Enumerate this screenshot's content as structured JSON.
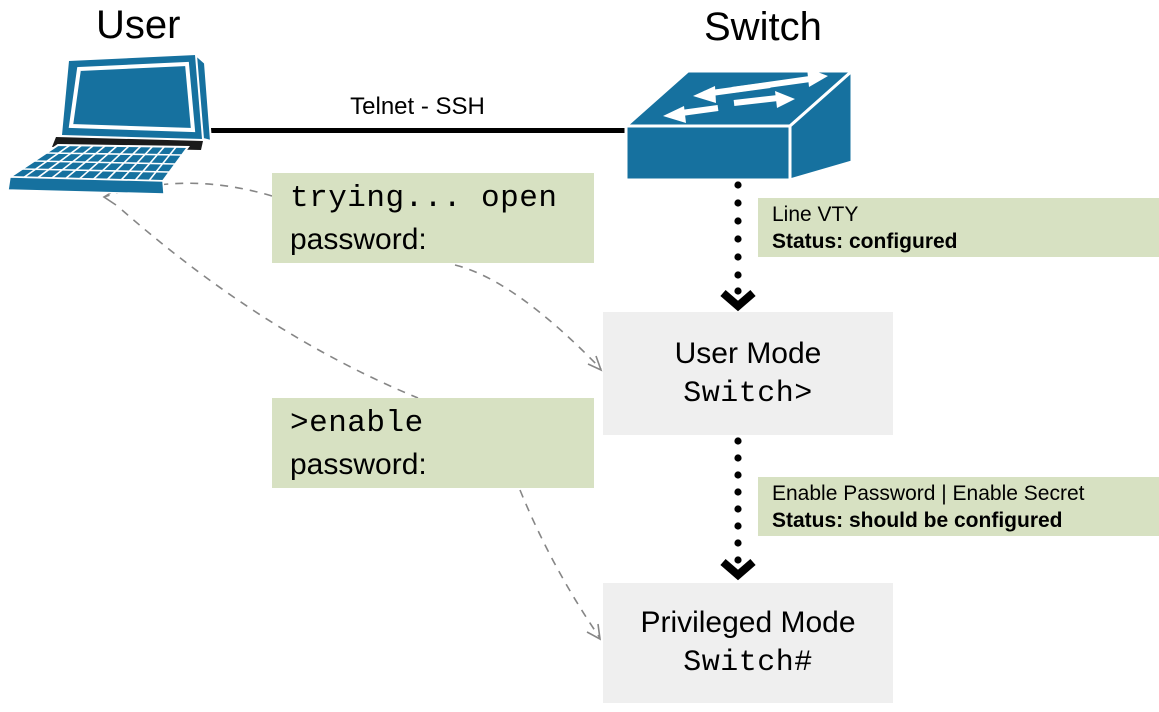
{
  "titles": {
    "user": "User",
    "switch": "Switch"
  },
  "link": {
    "label": "Telnet - SSH"
  },
  "terminal_boxes": [
    {
      "command": "trying... open",
      "prompt": "password:"
    },
    {
      "command": ">enable",
      "prompt": "password:"
    }
  ],
  "status_boxes": [
    {
      "name": "Line VTY",
      "status": "Status: configured"
    },
    {
      "name": "Enable Password | Enable Secret",
      "status": "Status: should be configured"
    }
  ],
  "mode_boxes": [
    {
      "title": "User Mode",
      "prompt": "Switch>"
    },
    {
      "title": "Privileged Mode",
      "prompt": "Switch#"
    }
  ],
  "icons": {
    "user_device": "laptop-icon",
    "network_device": "network-switch-icon"
  },
  "colors": {
    "device_blue": "#16719F",
    "note_green_bg": "#D7E1C2",
    "mode_gray_bg": "#EFEFEF",
    "line_black": "#000000",
    "dashed_arc_gray": "#868686"
  }
}
